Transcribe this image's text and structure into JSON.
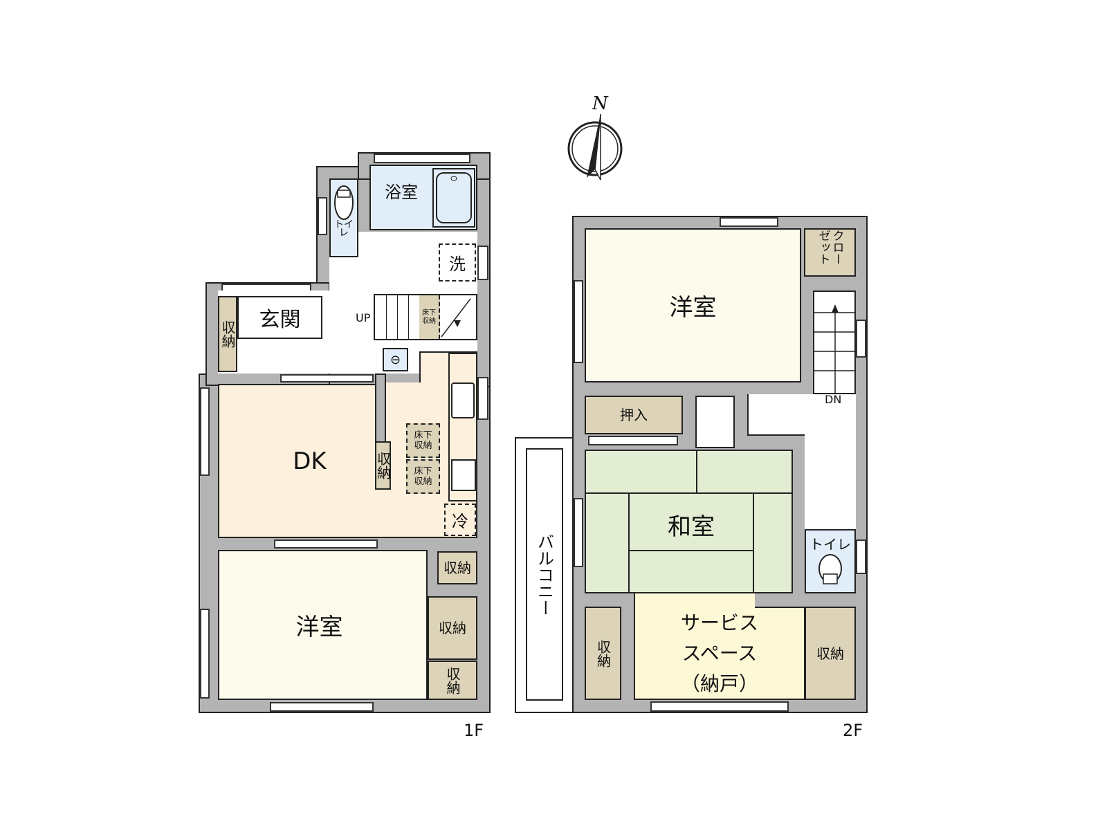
{
  "compass": {
    "north_label": "N"
  },
  "floor1": {
    "floor_label": "1F",
    "rooms": {
      "bath": "浴室",
      "toilet": "トイレ",
      "wash": "洗",
      "entrance": "玄関",
      "entrance_storage": "収納",
      "stairs_up": "UP",
      "stair_storage": "床下収納",
      "dk": "DK",
      "dk_storage": "収納",
      "underfloor_1": "床下収納",
      "underfloor_2": "床下収納",
      "fridge": "冷",
      "western": "洋室",
      "storage_a": "収納",
      "storage_b": "収納",
      "storage_c": "収納"
    }
  },
  "floor2": {
    "floor_label": "2F",
    "rooms": {
      "western": "洋室",
      "closet": "クローゼット",
      "stairs_down": "DN",
      "oshiire": "押入",
      "washitsu": "和室",
      "toilet": "トイレ",
      "storage_left": "収納",
      "service_space": "サービススペース（納戸）",
      "storage_right": "収納",
      "balcony": "バルコニー"
    }
  },
  "colors": {
    "wall": "#b4b4b4",
    "western_room": "#fdfbec",
    "dk": "#fdf0dc",
    "storage": "#dcd3b8",
    "wet_area": "#e1eef9",
    "washitsu": "#e2edd3",
    "service_space": "#fdf8d6"
  }
}
